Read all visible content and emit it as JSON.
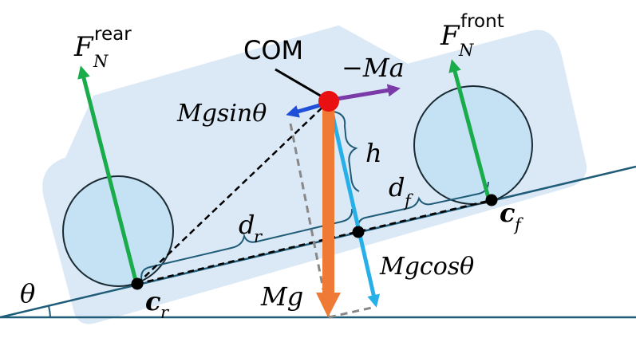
{
  "labels": {
    "com": "COM",
    "neg_ma": "−Ma",
    "mg_sin": "Mgsinθ",
    "mg_cos": "Mgcosθ",
    "mg": "Mg",
    "h": "h",
    "theta": "θ",
    "fn_rear_base": "F",
    "fn_rear_sub": "N",
    "fn_rear_sup": "rear",
    "fn_front_base": "F",
    "fn_front_sub": "N",
    "fn_front_sup": "front",
    "d_r_base": "d",
    "d_r_sub": "r",
    "d_f_base": "d",
    "d_f_sub": "f",
    "c_r_base": "c",
    "c_r_sub": "r",
    "c_f_base": "c",
    "c_f_sub": "f"
  },
  "colors": {
    "car_body": "#dbe8f5",
    "wheel_fill": "#c4e2f3",
    "ground_line": "#1f5c78",
    "normal_force": "#1aab4b",
    "gravity": "#ee7a35",
    "mg_cos": "#27b0e8",
    "mg_sin": "#1f4ed8",
    "neg_ma": "#7a3aa8",
    "com_dot": "#e81010",
    "construction": "#888888"
  }
}
